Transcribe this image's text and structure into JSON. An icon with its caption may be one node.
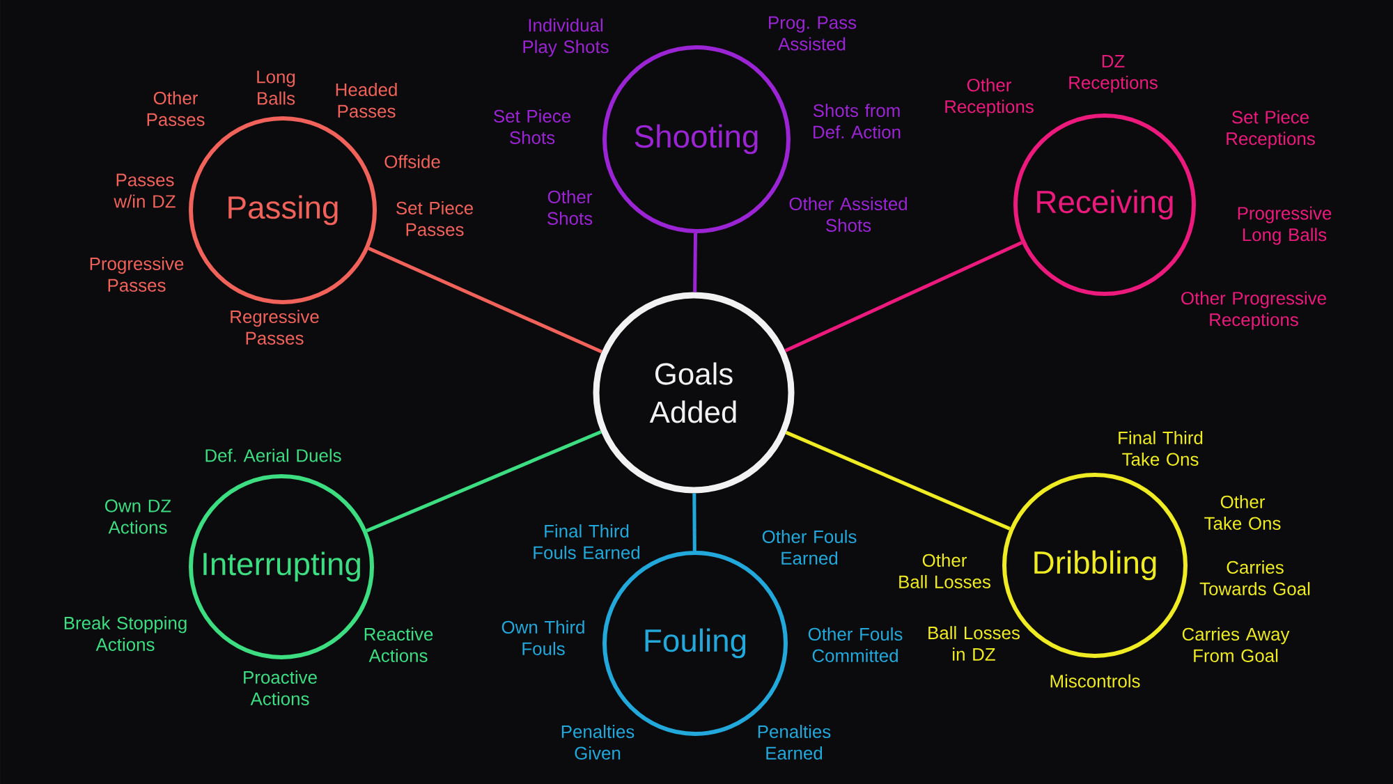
{
  "diagram": {
    "nodes": [
      {
        "text": [
          "Goals Added"
        ]
      },
      {
        "text": [
          "Passing"
        ],
        "beside": [
          "Other Passes",
          "Long Balls",
          "Headed Passes",
          "Offside",
          "Passes w/in DZ",
          "Set Piece Passes",
          "Progressive Passes",
          "Regressive Passes"
        ]
      },
      {
        "text": [
          "Shooting"
        ],
        "beside": [
          "Individual Play Shots",
          "Prog. Pass Assisted",
          "Set Piece Shots",
          "Shots from Def. Action",
          "Other Shots",
          "Other Assisted Shots"
        ]
      },
      {
        "text": [
          "Receiving"
        ],
        "beside": [
          "Other Receptions",
          "DZ Receptions",
          "Set Piece Receptions",
          "Progressive Long Balls",
          "Other Progressive Receptions"
        ]
      },
      {
        "text": [
          "Interrupting"
        ],
        "beside": [
          "Def. Aerial Duels",
          "Own DZ Actions",
          "Break Stopping Actions",
          "Reactive Actions",
          "Proactive Actions"
        ]
      },
      {
        "text": [
          "Fouling"
        ],
        "beside": [
          "Final Third Fouls Earned",
          "Other Fouls Earned",
          "Own Third Fouls",
          "Other Fouls Committed",
          "Penalties Given",
          "Penalties Earned"
        ]
      },
      {
        "text": [
          "Dribbling"
        ],
        "beside": [
          "Final Third Take Ons",
          "Other Take Ons",
          "Other Ball Losses",
          "Carries Towards Goal",
          "Ball Losses in DZ",
          "Carries Away From Goal",
          "Miscontrols"
        ]
      }
    ],
    "edges": [
      {
        "from": 0,
        "to": 1,
        "arrow": "none",
        "color": "#f0625a"
      },
      {
        "from": 0,
        "to": 2,
        "arrow": "none",
        "color": "#9b24d4"
      },
      {
        "from": 0,
        "to": 3,
        "arrow": "none",
        "color": "#ec1a7d"
      },
      {
        "from": 0,
        "to": 4,
        "arrow": "none",
        "color": "#3ddd82"
      },
      {
        "from": 0,
        "to": 5,
        "arrow": "none",
        "color": "#22a8da"
      },
      {
        "from": 0,
        "to": 6,
        "arrow": "none",
        "color": "#f0ec23"
      }
    ]
  }
}
